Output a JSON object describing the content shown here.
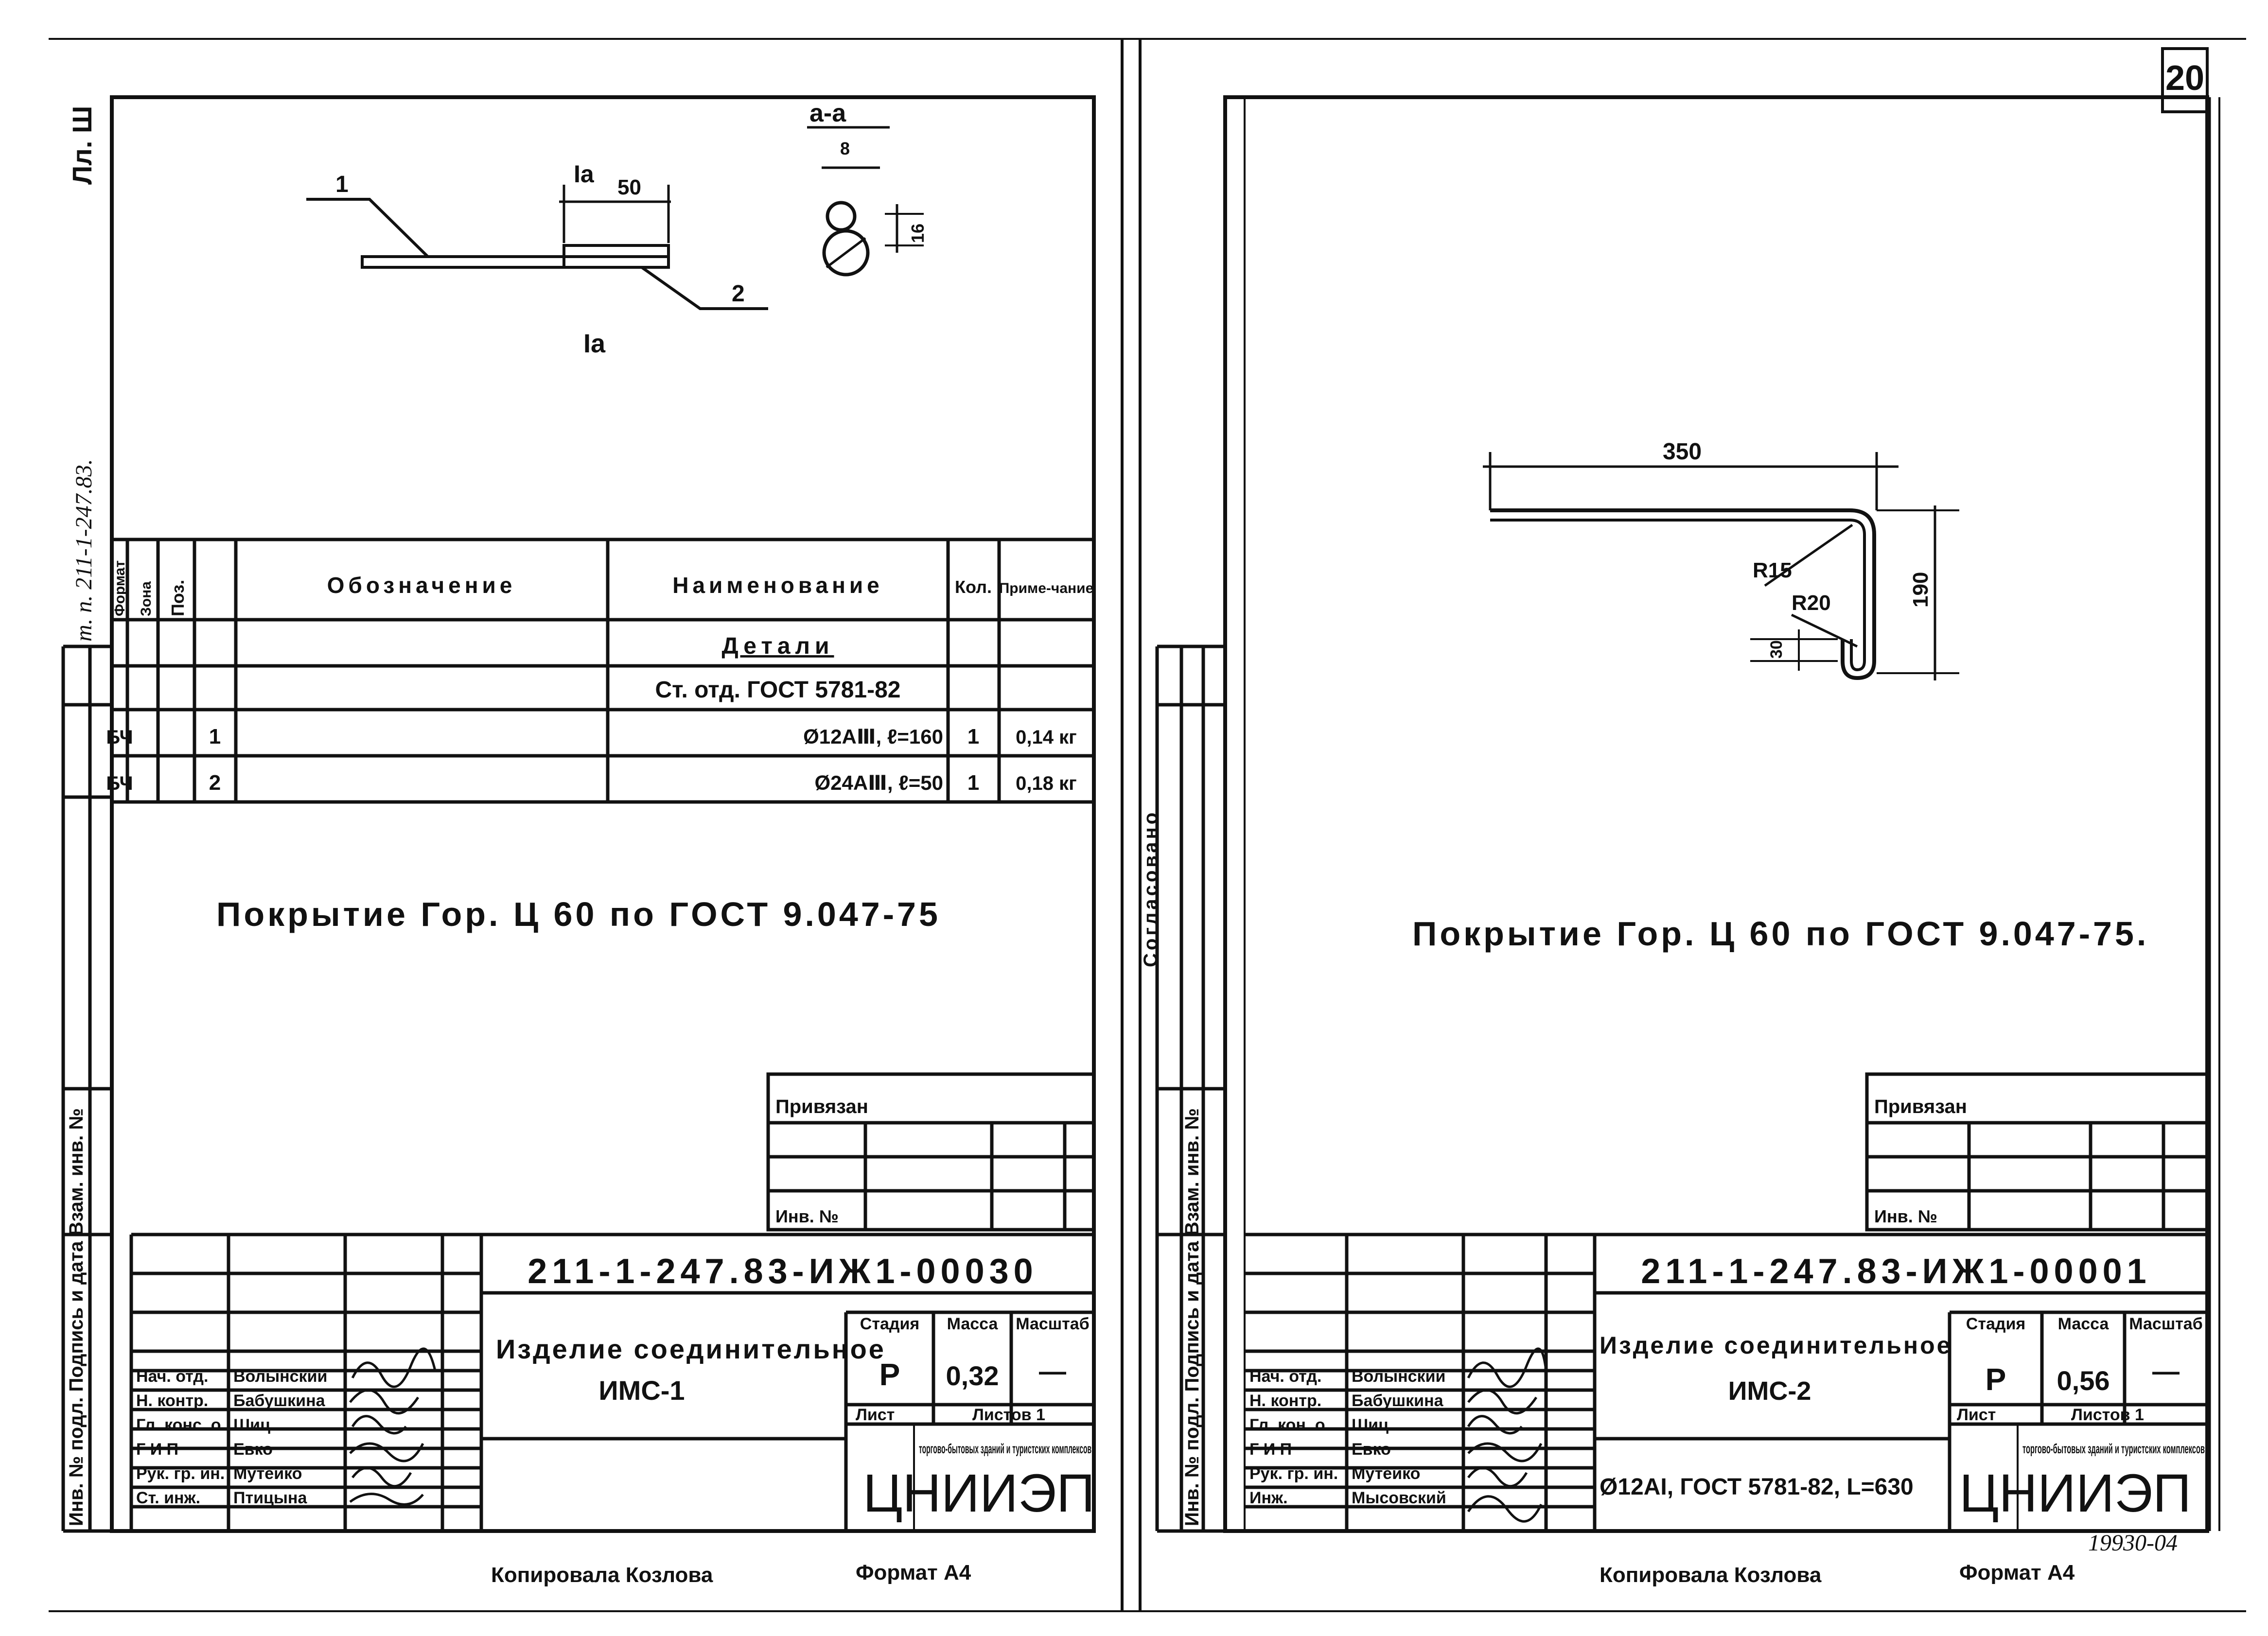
{
  "page_number": "20",
  "left_sheet": {
    "side_stamps": {
      "sheet_ref": "Лл. Ш",
      "project": "т. п. 211-1-247.83.",
      "inv_strip": "Инв. № подл. Подпись и дата Взам. инв. №"
    },
    "drawing": {
      "leader_1": "1",
      "leader_2": "2",
      "dim_50": "50",
      "view_label_top": "Iа",
      "view_label_bottom": "Iа",
      "section_label": "а-а",
      "dim_8": "8",
      "dim_16": "16"
    },
    "spec_table": {
      "headers": {
        "format": "Формат",
        "zone": "Зона",
        "pos": "Поз.",
        "designation": "Обозначение",
        "name": "Наименование",
        "qty": "Кол.",
        "note": "Приме-чание"
      },
      "section_title": "Детали",
      "subsection": "Ст. отд. ГОСТ 5781-82",
      "rows": [
        {
          "format": "БЧ",
          "pos": "1",
          "name": "Ø12АⅢ, ℓ=160",
          "qty": "1",
          "note": "0,14 кг"
        },
        {
          "format": "БЧ",
          "pos": "2",
          "name": "Ø24АⅢ, ℓ=50",
          "qty": "1",
          "note": "0,18 кг"
        }
      ]
    },
    "coating_note": "Покрытие Гор. Ц 60 по ГОСТ 9.047-75",
    "privyazan": {
      "title": "Привязан",
      "inv": "Инв. №"
    },
    "title_block": {
      "code": "211-1-247.83-ИЖ1-00030",
      "product_title": "Изделие соединительное",
      "product_code": "ИМС-1",
      "headers": {
        "stage": "Стадия",
        "mass": "Масса",
        "scale": "Масштаб",
        "sheet": "Лист",
        "sheets": "Листов 1"
      },
      "stage": "Р",
      "mass": "0,32",
      "scale": "—",
      "org_logo": "ЦНИИЭП",
      "org_text": "торгово-бытовых зданий и туристских комплексов",
      "people": [
        {
          "role": "Нач. отд.",
          "name": "Волынский"
        },
        {
          "role": "Н. контр.",
          "name": "Бабушкина"
        },
        {
          "role": "Гл. конс. о.",
          "name": "Шиц"
        },
        {
          "role": "Г И П",
          "name": "Евко"
        },
        {
          "role": "Рук. гр. ин.",
          "name": "Мутейко"
        },
        {
          "role": "Ст. инж.",
          "name": "Птицына"
        }
      ]
    },
    "footer": {
      "copied": "Копировала Козлова",
      "format": "Формат А4"
    }
  },
  "right_sheet": {
    "side_stamps": {
      "agreed": "Согласовано",
      "inv_strip": "Инв. № подл. Подпись и дата Взам. инв. №"
    },
    "drawing": {
      "dim_350": "350",
      "dim_190": "190",
      "r15": "R15",
      "r20": "R20",
      "dim_30": "30"
    },
    "coating_note": "Покрытие Гор. Ц 60 по ГОСТ 9.047-75.",
    "privyazan": {
      "title": "Привязан",
      "inv": "Инв. №"
    },
    "title_block": {
      "code": "211-1-247.83-ИЖ1-00001",
      "product_title": "Изделие соединительное",
      "product_code": "ИМС-2",
      "material": "Ø12АI, ГОСТ 5781-82, L=630",
      "headers": {
        "stage": "Стадия",
        "mass": "Масса",
        "scale": "Масштаб",
        "sheet": "Лист",
        "sheets": "Листов 1"
      },
      "stage": "Р",
      "mass": "0,56",
      "scale": "—",
      "org_logo": "ЦНИИЭП",
      "org_text": "торгово-бытовых зданий и туристских комплексов",
      "people": [
        {
          "role": "Нач. отд.",
          "name": "Волынский"
        },
        {
          "role": "Н. контр.",
          "name": "Бабушкина"
        },
        {
          "role": "Гл. кон. о.",
          "name": "Шиц"
        },
        {
          "role": "Г И П",
          "name": "Евко"
        },
        {
          "role": "Рук. гр. ин.",
          "name": "Мутейко"
        },
        {
          "role": "Инж.",
          "name": "Мысовский"
        }
      ]
    },
    "footer": {
      "copied": "Копировала Козлова",
      "format": "Формат А4",
      "archive_no": "19930-04"
    }
  }
}
